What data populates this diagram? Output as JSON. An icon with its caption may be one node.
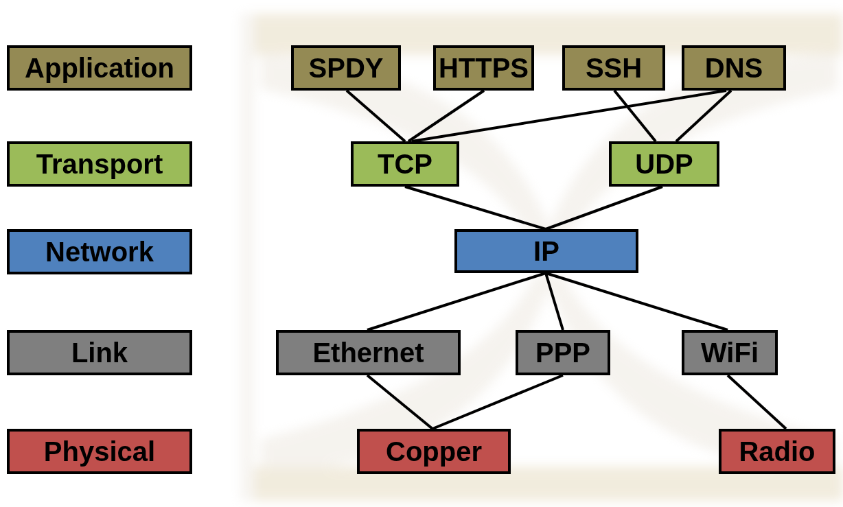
{
  "diagram": {
    "nodes": [
      {
        "text": [
          "Application"
        ]
      },
      {
        "text": [
          "Transport"
        ]
      },
      {
        "text": [
          "Network"
        ]
      },
      {
        "text": [
          "Link"
        ]
      },
      {
        "text": [
          "Physical"
        ]
      },
      {
        "text": [
          "SPDY"
        ]
      },
      {
        "text": [
          "HTTPS"
        ]
      },
      {
        "text": [
          "SSH"
        ]
      },
      {
        "text": [
          "DNS"
        ]
      },
      {
        "text": [
          "TCP"
        ]
      },
      {
        "text": [
          "UDP"
        ]
      },
      {
        "text": [
          "IP"
        ]
      },
      {
        "text": [
          "Ethernet"
        ]
      },
      {
        "text": [
          "PPP"
        ]
      },
      {
        "text": [
          "WiFi"
        ]
      },
      {
        "text": [
          "Copper"
        ]
      },
      {
        "text": [
          "Radio"
        ]
      }
    ],
    "edges": [
      {
        "from": 5,
        "to": 9,
        "arrow": "none"
      },
      {
        "from": 6,
        "to": 9,
        "arrow": "none"
      },
      {
        "from": 8,
        "to": 9,
        "arrow": "none"
      },
      {
        "from": 7,
        "to": 10,
        "arrow": "none"
      },
      {
        "from": 8,
        "to": 10,
        "arrow": "none"
      },
      {
        "from": 9,
        "to": 11,
        "arrow": "none"
      },
      {
        "from": 10,
        "to": 11,
        "arrow": "none"
      },
      {
        "from": 11,
        "to": 12,
        "arrow": "none"
      },
      {
        "from": 11,
        "to": 13,
        "arrow": "none"
      },
      {
        "from": 11,
        "to": 14,
        "arrow": "none"
      },
      {
        "from": 12,
        "to": 15,
        "arrow": "none"
      },
      {
        "from": 13,
        "to": 15,
        "arrow": "none"
      },
      {
        "from": 14,
        "to": 16,
        "arrow": "none"
      }
    ]
  }
}
